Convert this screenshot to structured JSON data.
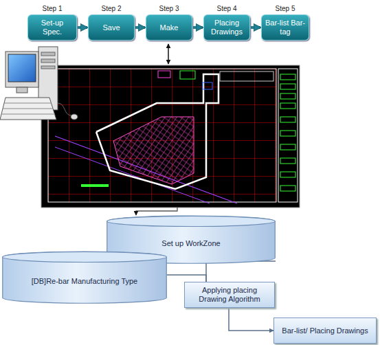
{
  "diagram": {
    "nodes": [
      {
        "text": [
          "Step 1",
          "Set-up Spec."
        ]
      },
      {
        "text": [
          "Step 2",
          "Save"
        ]
      },
      {
        "text": [
          "Step 3",
          "Make"
        ]
      },
      {
        "text": [
          "Step 4",
          "Placing Drawings"
        ]
      },
      {
        "text": [
          "Step 5",
          "Bar-list Bar-tag"
        ]
      },
      {
        "text": [
          "Set up WorkZone"
        ]
      },
      {
        "text": [
          "[DB]Re-bar Manufacturing Type"
        ]
      },
      {
        "text": [
          "Applying placing Drawing Algorithm"
        ]
      },
      {
        "text": [
          "Bar-list/ Placing Drawings"
        ]
      }
    ],
    "edges": [
      {
        "from": 0,
        "to": 1,
        "arrow": "to"
      },
      {
        "from": 1,
        "to": 2,
        "arrow": "to"
      },
      {
        "from": 2,
        "to": 3,
        "arrow": "to"
      },
      {
        "from": 3,
        "to": 4,
        "arrow": "to"
      },
      {
        "from": 5,
        "to": 7,
        "arrow": "none"
      },
      {
        "from": 6,
        "to": 7,
        "arrow": "none"
      },
      {
        "from": 7,
        "to": 8,
        "arrow": "to"
      }
    ]
  }
}
